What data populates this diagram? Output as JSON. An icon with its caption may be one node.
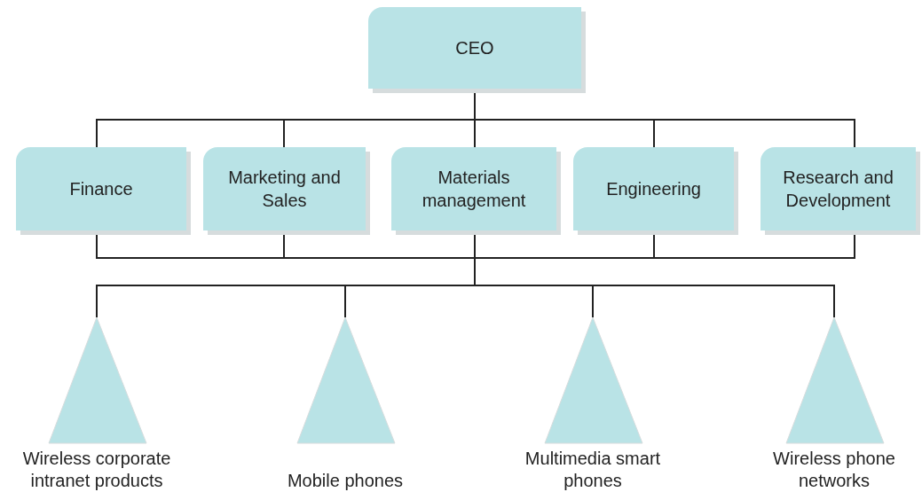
{
  "diagram": {
    "nodes": [
      {
        "text": [
          "CEO"
        ]
      },
      {
        "text": [
          "Finance"
        ]
      },
      {
        "text": [
          "Marketing and Sales"
        ]
      },
      {
        "text": [
          "Materials management"
        ]
      },
      {
        "text": [
          "Engineering"
        ]
      },
      {
        "text": [
          "Research and Development"
        ]
      },
      {
        "text": [
          "Wireless corporate intranet products"
        ]
      },
      {
        "text": [
          "Mobile phones"
        ]
      },
      {
        "text": [
          "Multimedia smart phones"
        ]
      },
      {
        "text": [
          "Wireless phone networks"
        ]
      }
    ],
    "edges": [
      {
        "from": 0,
        "to": 1,
        "arrow": "none"
      },
      {
        "from": 0,
        "to": 2,
        "arrow": "none"
      },
      {
        "from": 0,
        "to": 3,
        "arrow": "none"
      },
      {
        "from": 0,
        "to": 4,
        "arrow": "none"
      },
      {
        "from": 0,
        "to": 5,
        "arrow": "none"
      },
      {
        "from": 1,
        "to": 6,
        "arrow": "none"
      },
      {
        "from": 1,
        "to": 7,
        "arrow": "none"
      },
      {
        "from": 1,
        "to": 8,
        "arrow": "none"
      },
      {
        "from": 1,
        "to": 9,
        "arrow": "none"
      },
      {
        "from": 2,
        "to": 6,
        "arrow": "none"
      },
      {
        "from": 2,
        "to": 7,
        "arrow": "none"
      },
      {
        "from": 2,
        "to": 8,
        "arrow": "none"
      },
      {
        "from": 2,
        "to": 9,
        "arrow": "none"
      },
      {
        "from": 3,
        "to": 6,
        "arrow": "none"
      },
      {
        "from": 3,
        "to": 7,
        "arrow": "none"
      },
      {
        "from": 3,
        "to": 8,
        "arrow": "none"
      },
      {
        "from": 3,
        "to": 9,
        "arrow": "none"
      },
      {
        "from": 4,
        "to": 6,
        "arrow": "none"
      },
      {
        "from": 4,
        "to": 7,
        "arrow": "none"
      },
      {
        "from": 4,
        "to": 8,
        "arrow": "none"
      },
      {
        "from": 4,
        "to": 9,
        "arrow": "none"
      },
      {
        "from": 5,
        "to": 6,
        "arrow": "none"
      },
      {
        "from": 5,
        "to": 7,
        "arrow": "none"
      },
      {
        "from": 5,
        "to": 8,
        "arrow": "none"
      },
      {
        "from": 5,
        "to": 9,
        "arrow": "none"
      }
    ]
  }
}
